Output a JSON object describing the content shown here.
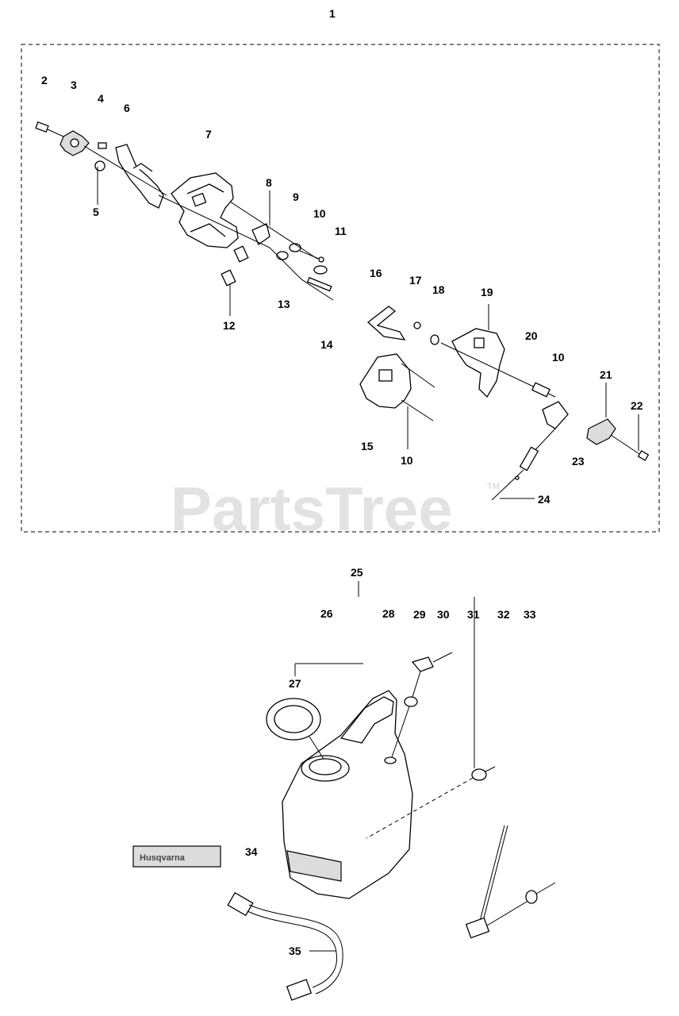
{
  "watermark": {
    "text": "PartsTree",
    "trademark": "TM"
  },
  "decal_text": "Husqvarna",
  "labels": [
    {
      "id": "1",
      "text": "1"
    },
    {
      "id": "2",
      "text": "2"
    },
    {
      "id": "3",
      "text": "3"
    },
    {
      "id": "4",
      "text": "4"
    },
    {
      "id": "6",
      "text": "6"
    },
    {
      "id": "7",
      "text": "7"
    },
    {
      "id": "5",
      "text": "5"
    },
    {
      "id": "8",
      "text": "8"
    },
    {
      "id": "9",
      "text": "9"
    },
    {
      "id": "10a",
      "text": "10"
    },
    {
      "id": "11",
      "text": "11"
    },
    {
      "id": "12",
      "text": "12"
    },
    {
      "id": "13",
      "text": "13"
    },
    {
      "id": "14",
      "text": "14"
    },
    {
      "id": "16",
      "text": "16"
    },
    {
      "id": "17",
      "text": "17"
    },
    {
      "id": "18",
      "text": "18"
    },
    {
      "id": "19",
      "text": "19"
    },
    {
      "id": "20",
      "text": "20"
    },
    {
      "id": "10b",
      "text": "10"
    },
    {
      "id": "21",
      "text": "21"
    },
    {
      "id": "22",
      "text": "22"
    },
    {
      "id": "15",
      "text": "15"
    },
    {
      "id": "10c",
      "text": "10"
    },
    {
      "id": "23",
      "text": "23"
    },
    {
      "id": "24",
      "text": "24"
    },
    {
      "id": "25",
      "text": "25"
    },
    {
      "id": "26",
      "text": "26"
    },
    {
      "id": "28",
      "text": "28"
    },
    {
      "id": "29",
      "text": "29"
    },
    {
      "id": "30",
      "text": "30"
    },
    {
      "id": "31",
      "text": "31"
    },
    {
      "id": "32",
      "text": "32"
    },
    {
      "id": "33",
      "text": "33"
    },
    {
      "id": "27",
      "text": "27"
    },
    {
      "id": "34",
      "text": "34"
    },
    {
      "id": "35",
      "text": "35"
    }
  ]
}
